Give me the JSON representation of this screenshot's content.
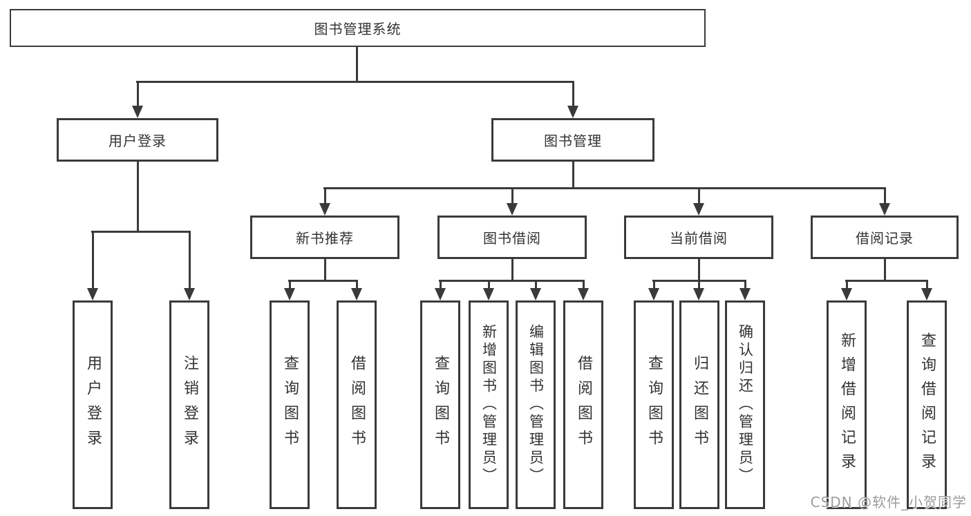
{
  "diagram": {
    "title": "图书管理系统",
    "branches": [
      {
        "label": "用户登录",
        "children": [
          "用户登录",
          "注销登录"
        ]
      },
      {
        "label": "图书管理",
        "sections": [
          {
            "label": "新书推荐",
            "children": [
              "查询图书",
              "借阅图书"
            ]
          },
          {
            "label": "图书借阅",
            "children": [
              "查询图书",
              "新增图书（管理员）",
              "编辑图书（管理员）",
              "借阅图书"
            ]
          },
          {
            "label": "当前借阅",
            "children": [
              "查询图书",
              "归还图书",
              "确认归还（管理员）"
            ]
          },
          {
            "label": "借阅记录",
            "children": [
              "新增借阅记录",
              "查询借阅记录"
            ]
          }
        ]
      }
    ]
  },
  "watermark": "CSDN @软件_小贺同学",
  "colors": {
    "line": "#3a3a3a",
    "text": "#333333",
    "watermark": "#9c9c9c",
    "background": "#ffffff"
  }
}
